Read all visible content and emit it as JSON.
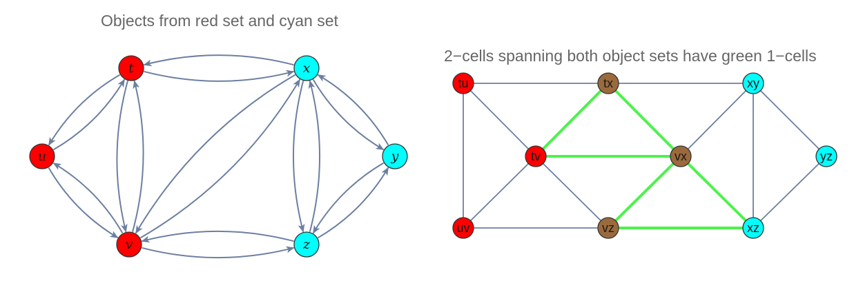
{
  "colors": {
    "red": "#ff0000",
    "cyan": "#00ffff",
    "brown": "#9b6a3c",
    "edge": "#6b7fa0",
    "green": "#4cf24c",
    "title": "#666666"
  },
  "left_graph": {
    "title": "Objects from red set and cyan set",
    "nodes": [
      {
        "id": "t",
        "label": "t",
        "set": "red"
      },
      {
        "id": "x",
        "label": "x",
        "set": "cyan"
      },
      {
        "id": "u",
        "label": "u",
        "set": "red"
      },
      {
        "id": "y",
        "label": "y",
        "set": "cyan"
      },
      {
        "id": "v",
        "label": "v",
        "set": "red"
      },
      {
        "id": "z",
        "label": "z",
        "set": "cyan"
      }
    ],
    "edges": [
      [
        "t",
        "x"
      ],
      [
        "x",
        "t"
      ],
      [
        "u",
        "t"
      ],
      [
        "t",
        "u"
      ],
      [
        "t",
        "v"
      ],
      [
        "v",
        "t"
      ],
      [
        "v",
        "x"
      ],
      [
        "x",
        "v"
      ],
      [
        "u",
        "v"
      ],
      [
        "v",
        "u"
      ],
      [
        "v",
        "z"
      ],
      [
        "z",
        "v"
      ],
      [
        "x",
        "z"
      ],
      [
        "z",
        "x"
      ],
      [
        "x",
        "y"
      ],
      [
        "y",
        "x"
      ],
      [
        "z",
        "y"
      ],
      [
        "y",
        "z"
      ]
    ]
  },
  "right_graph": {
    "title": "2−cells spanning both object sets have green 1−cells",
    "nodes": [
      {
        "id": "tu",
        "label": "tu",
        "set": "red"
      },
      {
        "id": "tx",
        "label": "tx",
        "set": "brown"
      },
      {
        "id": "xy",
        "label": "xy",
        "set": "cyan"
      },
      {
        "id": "tv",
        "label": "tv",
        "set": "red"
      },
      {
        "id": "vx",
        "label": "vx",
        "set": "brown"
      },
      {
        "id": "yz",
        "label": "yz",
        "set": "cyan"
      },
      {
        "id": "uv",
        "label": "uv",
        "set": "red"
      },
      {
        "id": "vz",
        "label": "vz",
        "set": "brown"
      },
      {
        "id": "xz",
        "label": "xz",
        "set": "cyan"
      }
    ],
    "edges": [
      {
        "from": "tu",
        "to": "tx",
        "green": false
      },
      {
        "from": "tx",
        "to": "xy",
        "green": false
      },
      {
        "from": "tu",
        "to": "uv",
        "green": false
      },
      {
        "from": "tu",
        "to": "tv",
        "green": false
      },
      {
        "from": "tv",
        "to": "uv",
        "green": false
      },
      {
        "from": "uv",
        "to": "vz",
        "green": false
      },
      {
        "from": "tv",
        "to": "vz",
        "green": false
      },
      {
        "from": "vx",
        "to": "xy",
        "green": false
      },
      {
        "from": "xy",
        "to": "xz",
        "green": false
      },
      {
        "from": "xy",
        "to": "yz",
        "green": false
      },
      {
        "from": "yz",
        "to": "xz",
        "green": false
      },
      {
        "from": "tv",
        "to": "tx",
        "green": true
      },
      {
        "from": "tx",
        "to": "vx",
        "green": true
      },
      {
        "from": "tv",
        "to": "vx",
        "green": true
      },
      {
        "from": "vx",
        "to": "vz",
        "green": true
      },
      {
        "from": "vx",
        "to": "xz",
        "green": true
      },
      {
        "from": "vz",
        "to": "xz",
        "green": true
      }
    ]
  }
}
